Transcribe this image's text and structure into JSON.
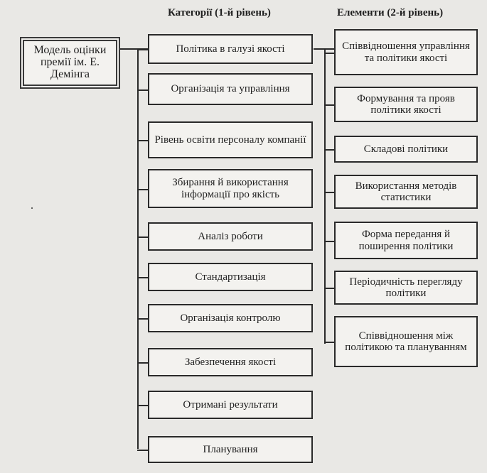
{
  "headers": {
    "categories": "Категорії (1-й рівень)",
    "elements": "Елементи (2-й рівень)"
  },
  "root": {
    "label": "Модель оцінки премії ім. Е. Демінга"
  },
  "categories": [
    "Політика в галузі якості",
    "Організація та управління",
    "Рівень освіти персоналу компанії",
    "Збирання й використання інформації про якість",
    "Аналіз роботи",
    "Стандартизація",
    "Організація контролю",
    "Забезпечення якості",
    "Отримані результати",
    "Планування"
  ],
  "elements": [
    "Співвідношення управління та політики якості",
    "Формування та прояв політики якості",
    "Складові політики",
    "Використання методів статистики",
    "Форма передання й поширення політики",
    "Періодичність перегляду політики",
    "Співвідношення між політикою та плануванням"
  ]
}
